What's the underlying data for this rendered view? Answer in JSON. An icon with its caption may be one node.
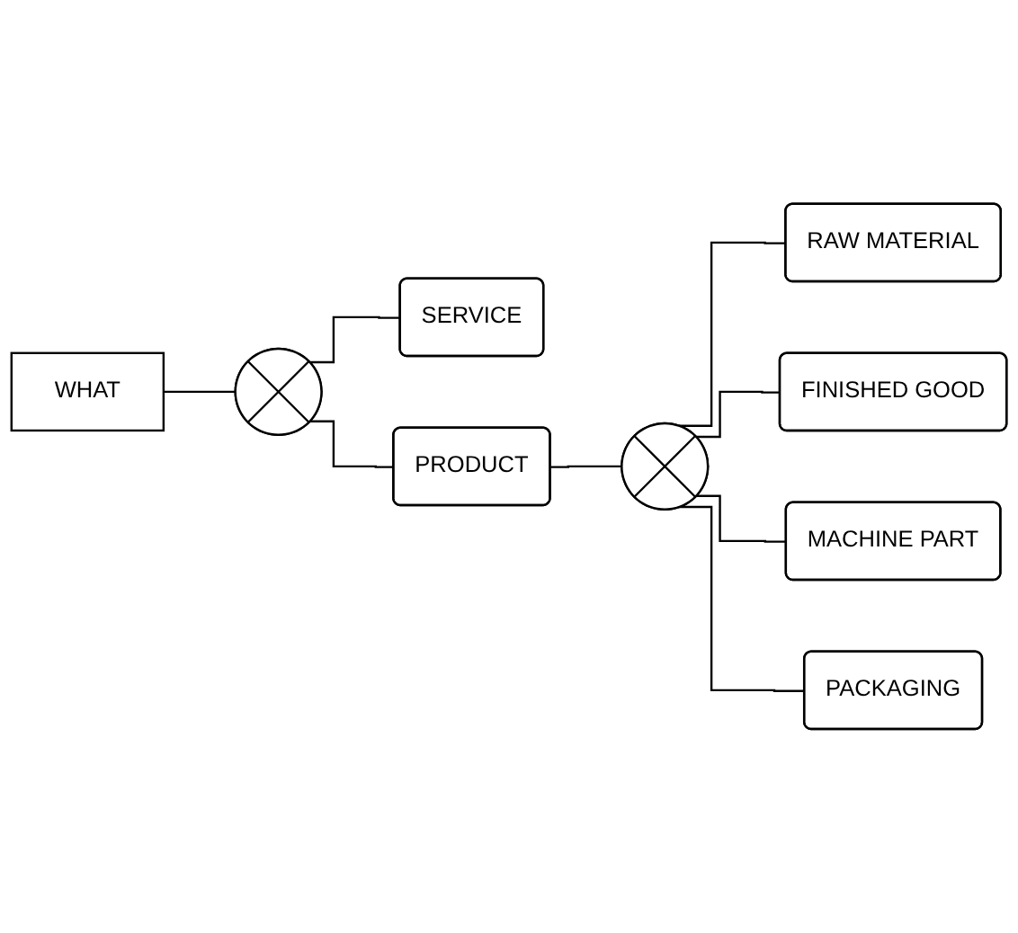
{
  "diagram": {
    "nodes": [
      {
        "text": [
          "WHAT"
        ]
      },
      {
        "text": [],
        "shape": "circle"
      },
      {
        "text": [
          "SERVICE"
        ]
      },
      {
        "text": [
          "PRODUCT"
        ]
      },
      {
        "text": [],
        "shape": "circle"
      },
      {
        "text": [
          "RAW MATERIAL"
        ]
      },
      {
        "text": [
          "FINISHED GOOD"
        ]
      },
      {
        "text": [
          "MACHINE PART"
        ]
      },
      {
        "text": [
          "PACKAGING"
        ]
      }
    ],
    "edges": [
      {
        "from": 0,
        "to": 1,
        "arrow": "none"
      },
      {
        "from": 1,
        "to": 2,
        "arrow": "none"
      },
      {
        "from": 1,
        "to": 3,
        "arrow": "none"
      },
      {
        "from": 3,
        "to": 4,
        "arrow": "none"
      },
      {
        "from": 4,
        "to": 5,
        "arrow": "none"
      },
      {
        "from": 4,
        "to": 6,
        "arrow": "none"
      },
      {
        "from": 4,
        "to": 7,
        "arrow": "none"
      },
      {
        "from": 4,
        "to": 8,
        "arrow": "none"
      }
    ]
  }
}
